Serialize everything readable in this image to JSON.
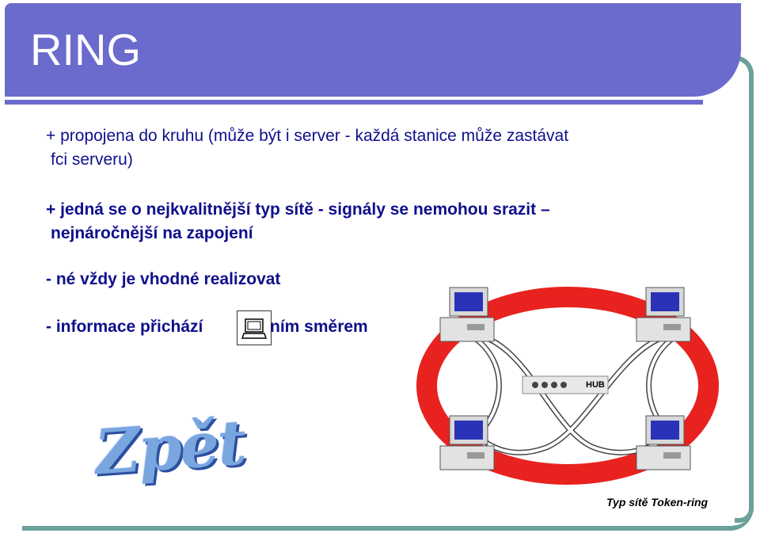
{
  "slide": {
    "title": "RING",
    "bullets": [
      {
        "line1": "+ propojena do kruhu (může být i server - každá stanice může zastávat",
        "line2": "fci serveru)"
      },
      {
        "line1": "+ jedná se o nejkvalitnější typ sítě - signály se nemohou srazit –",
        "line2": "nejnáročnější na zapojení"
      },
      {
        "line1": "- né vždy je vhodné realizovat"
      },
      {
        "line1_a": "- informace přichází",
        "line1_b": "ním směrem"
      }
    ],
    "back_button_label": "Zpět",
    "diagram": {
      "hub_label": "HUB",
      "caption": "Typ sítě Token-ring"
    },
    "colors": {
      "title_bar": "#6b6bce",
      "text": "#0f0f8c",
      "ring": "#e8221e",
      "frame": "#6ca09a"
    }
  }
}
